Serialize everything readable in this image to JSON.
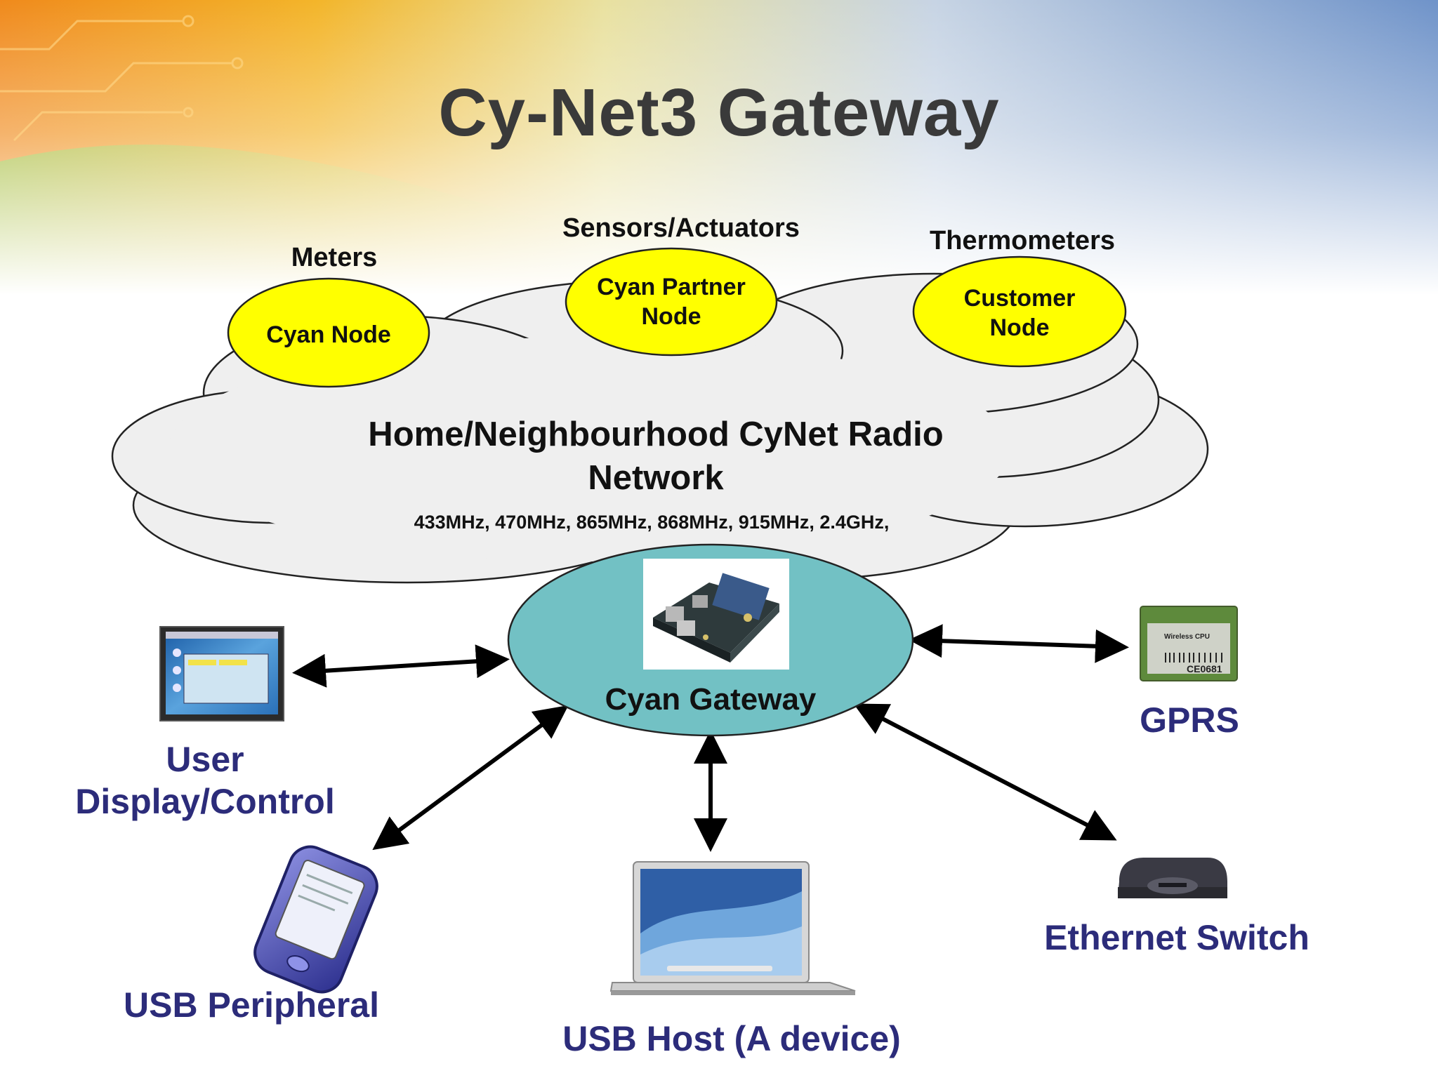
{
  "title": "Cy-Net3 Gateway",
  "nodes": {
    "meters": {
      "category": "Meters",
      "label": "Cyan Node"
    },
    "sensors": {
      "category": "Sensors/Actuators",
      "label_line1": "Cyan Partner",
      "label_line2": "Node"
    },
    "thermometers": {
      "category": "Thermometers",
      "label_line1": "Customer",
      "label_line2": "Node"
    }
  },
  "network": {
    "label_line1": "Home/Neighbourhood  CyNet Radio",
    "label_line2": "Network",
    "frequencies": "433MHz,  470MHz, 865MHz, 868MHz, 915MHz, 2.4GHz,"
  },
  "gateway": {
    "label": "Cyan Gateway"
  },
  "devices": {
    "user_display": {
      "label_line1": "User",
      "label_line2": "Display/Control"
    },
    "usb_peripheral": {
      "label": "USB Peripheral"
    },
    "usb_host": {
      "label": "USB Host (A device)"
    },
    "ethernet_switch": {
      "label": "Ethernet Switch"
    },
    "gprs": {
      "label": "GPRS"
    },
    "gprs_module_text": "Wireless CPU",
    "gprs_ce_mark": "CE0681"
  },
  "colors": {
    "node_fill": "#ffff00",
    "gateway_fill": "#72c1c4",
    "cloud_fill": "#efefef",
    "device_label": "#2c2c7a",
    "title": "#3a3a3a"
  }
}
